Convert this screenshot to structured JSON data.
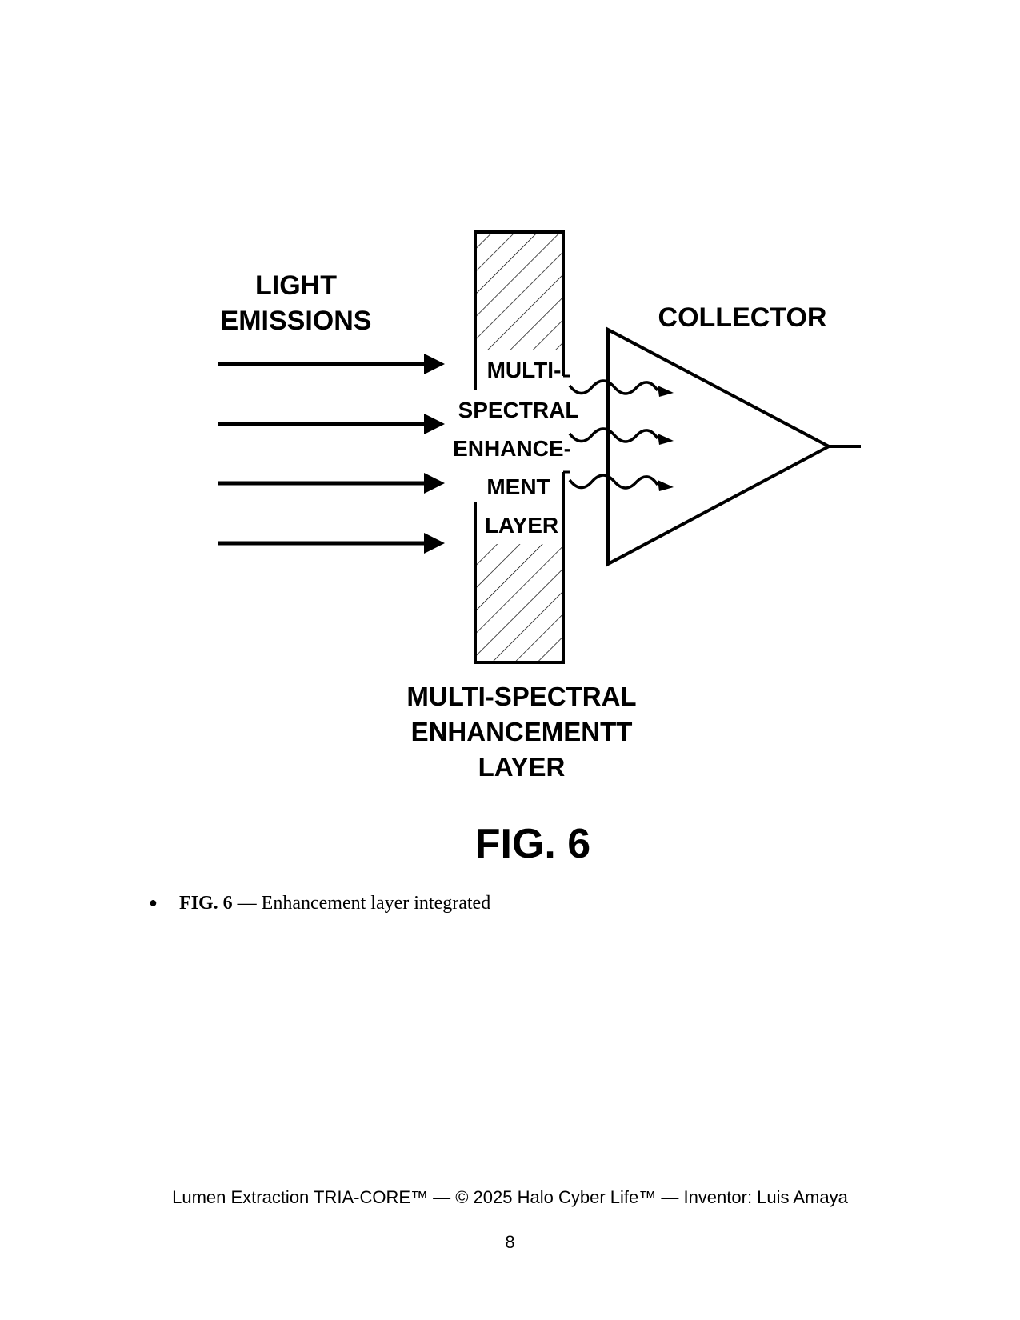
{
  "figure": {
    "input_label": [
      "LIGHT",
      "EMISSIONS"
    ],
    "collector_label": "COLLECTOR",
    "layer_inner_label": [
      "MULTI-",
      "SPECTRAL",
      "ENHANCE-",
      "MENT",
      "LAYER"
    ],
    "layer_bottom_label": [
      "MULTI-SPECTRAL",
      "ENHANCEMENTT",
      "LAYER"
    ],
    "fig_number": "FIG. 6",
    "input_arrow_count": 4,
    "wave_count": 3
  },
  "caption": {
    "bullet": "●",
    "label": "FIG. 6",
    "text": " — Enhancement layer integrated"
  },
  "footer": {
    "text": "Lumen Extraction TRIA-CORE™ — © 2025 Halo Cyber Life™ — Inventor: Luis Amaya",
    "page_number": "8"
  }
}
